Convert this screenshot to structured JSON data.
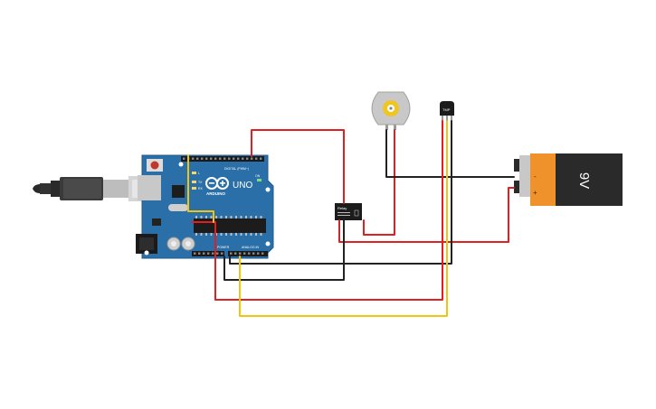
{
  "arduino": {
    "brand": "ARDUINO",
    "model": "UNO",
    "label_digital": "DIGITAL (PWM~)",
    "label_power": "POWER",
    "label_analog": "ANALOG IN",
    "label_tx": "TX",
    "label_rx": "RX",
    "label_l": "L",
    "label_on": "ON"
  },
  "battery": {
    "voltage": "9V",
    "plus": "+",
    "minus": "-"
  },
  "sensor": {
    "label": "TMP"
  },
  "relay": {
    "label": "Relay"
  },
  "colors": {
    "board": "#2a6fa8",
    "wire_red": "#e02020",
    "wire_black": "#222222",
    "wire_yellow": "#f1c40f",
    "battery_orange": "#f0922b",
    "battery_dark": "#2a2a2a"
  }
}
